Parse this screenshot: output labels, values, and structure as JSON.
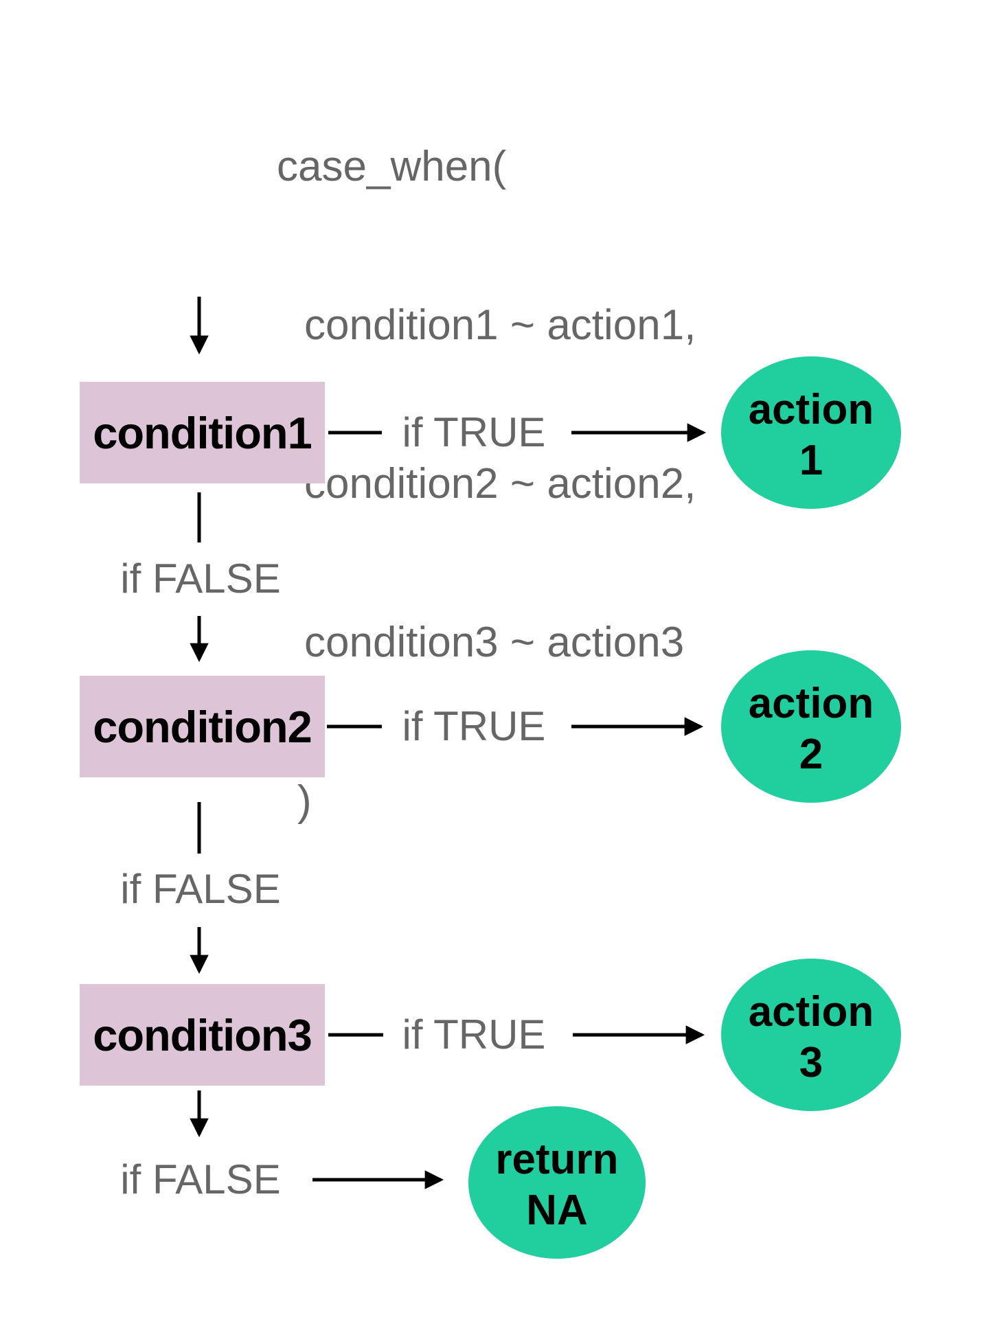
{
  "code": {
    "lines": [
      "case_when(",
      "condition1 ~ action1,",
      "condition2 ~ action2,",
      "condition3 ~ action3",
      ")"
    ]
  },
  "rows": [
    {
      "condition": "condition1",
      "if_true": "if TRUE",
      "action": [
        "action",
        "1"
      ],
      "if_false": "if FALSE"
    },
    {
      "condition": "condition2",
      "if_true": "if TRUE",
      "action": [
        "action",
        "2"
      ],
      "if_false": "if FALSE"
    },
    {
      "condition": "condition3",
      "if_true": "if TRUE",
      "action": [
        "action",
        "3"
      ],
      "if_false": "if FALSE"
    }
  ],
  "fallback": {
    "result": [
      "return",
      "NA"
    ]
  },
  "colors": {
    "condition_fill": "#ddc5d7",
    "action_fill": "#21ce9d",
    "muted": "#666666",
    "line": "#000000",
    "text": "#000000",
    "background": "#ffffff"
  }
}
